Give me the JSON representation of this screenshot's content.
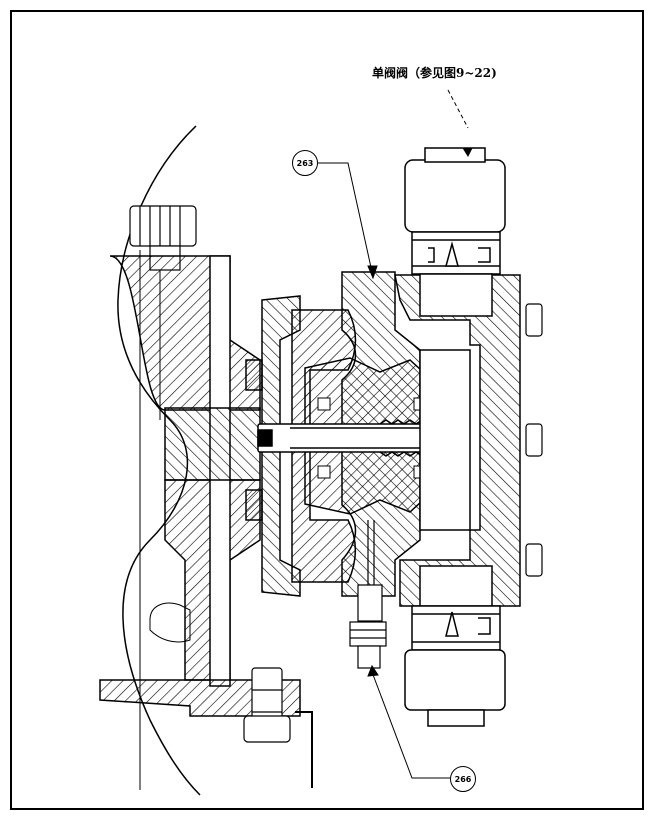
{
  "title_label": "单阀阀（参见图9~22)",
  "callouts": [
    {
      "id": "263"
    },
    {
      "id": "266"
    }
  ],
  "colors": {
    "line": "#000000",
    "background": "#ffffff"
  }
}
